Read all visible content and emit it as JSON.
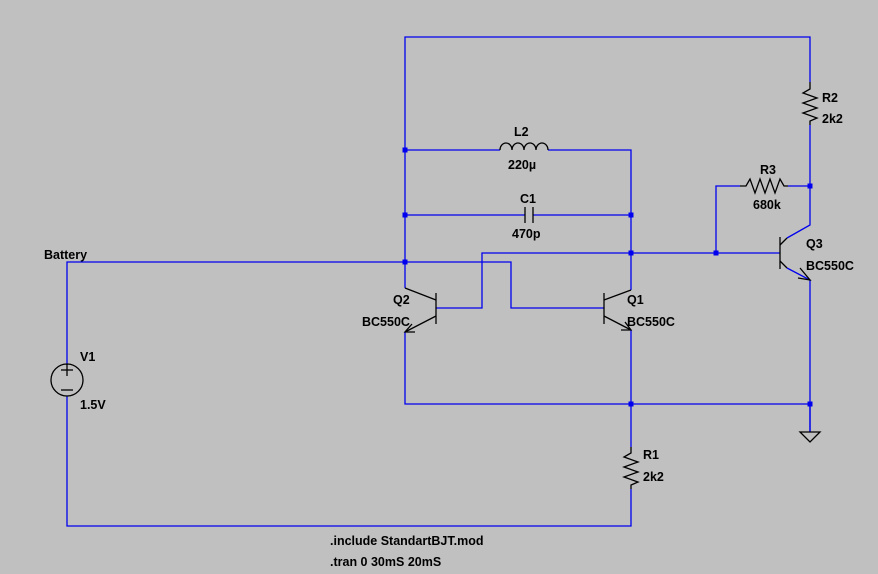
{
  "colors": {
    "background": "#c0c0c0",
    "wire": "#0000ee",
    "symbol": "#000000"
  },
  "net_labels": {
    "battery": "Battery"
  },
  "components": {
    "v1": {
      "name": "V1",
      "value": "1.5V",
      "icon": "dc-voltage-source-icon"
    },
    "r1": {
      "name": "R1",
      "value": "2k2",
      "icon": "resistor-icon"
    },
    "r2": {
      "name": "R2",
      "value": "2k2",
      "icon": "resistor-icon"
    },
    "r3": {
      "name": "R3",
      "value": "680k",
      "icon": "resistor-icon"
    },
    "l2": {
      "name": "L2",
      "value": "220µ",
      "icon": "inductor-icon"
    },
    "c1": {
      "name": "C1",
      "value": "470p",
      "icon": "capacitor-icon"
    },
    "q1": {
      "name": "Q1",
      "value": "BC550C",
      "icon": "npn-transistor-icon"
    },
    "q2": {
      "name": "Q2",
      "value": "BC550C",
      "icon": "npn-transistor-icon"
    },
    "q3": {
      "name": "Q3",
      "value": "BC550C",
      "icon": "npn-transistor-icon"
    },
    "gnd": {
      "icon": "ground-icon"
    }
  },
  "directives": {
    "include": ".include StandartBJT.mod",
    "tran": ".tran 0 30mS 20mS"
  }
}
